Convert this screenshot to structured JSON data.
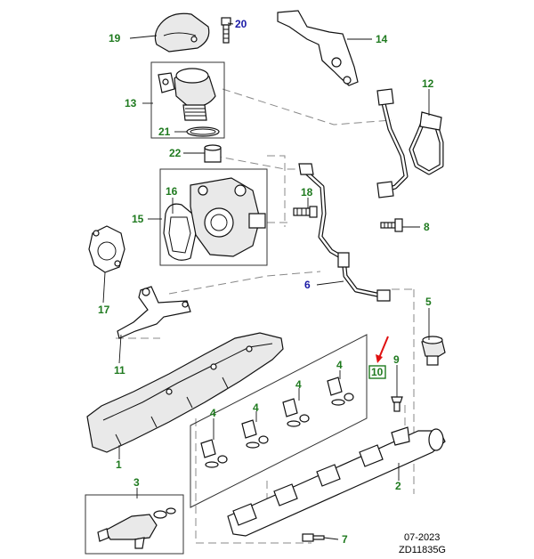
{
  "colors": {
    "callout_green": "#1f7a1f",
    "callout_blue": "#1a1aa6",
    "highlight_arrow": "#e01010",
    "line": "#111111",
    "dashed": "#888888"
  },
  "callouts": [
    {
      "id": "c1",
      "label": "1",
      "color": "green"
    },
    {
      "id": "c2",
      "label": "2",
      "color": "green"
    },
    {
      "id": "c3",
      "label": "3",
      "color": "green"
    },
    {
      "id": "c4a",
      "label": "4",
      "color": "green"
    },
    {
      "id": "c4b",
      "label": "4",
      "color": "green"
    },
    {
      "id": "c4c",
      "label": "4",
      "color": "green"
    },
    {
      "id": "c4d",
      "label": "4",
      "color": "green"
    },
    {
      "id": "c5",
      "label": "5",
      "color": "green"
    },
    {
      "id": "c6",
      "label": "6",
      "color": "blue"
    },
    {
      "id": "c7",
      "label": "7",
      "color": "green"
    },
    {
      "id": "c8",
      "label": "8",
      "color": "green"
    },
    {
      "id": "c9",
      "label": "9",
      "color": "green"
    },
    {
      "id": "c10",
      "label": "10",
      "color": "green",
      "highlighted": true
    },
    {
      "id": "c11",
      "label": "11",
      "color": "green"
    },
    {
      "id": "c12",
      "label": "12",
      "color": "green"
    },
    {
      "id": "c13",
      "label": "13",
      "color": "green"
    },
    {
      "id": "c14",
      "label": "14",
      "color": "green"
    },
    {
      "id": "c15",
      "label": "15",
      "color": "green"
    },
    {
      "id": "c16",
      "label": "16",
      "color": "green"
    },
    {
      "id": "c17",
      "label": "17",
      "color": "green"
    },
    {
      "id": "c18",
      "label": "18",
      "color": "green"
    },
    {
      "id": "c19",
      "label": "19",
      "color": "green"
    },
    {
      "id": "c20",
      "label": "20",
      "color": "blue"
    },
    {
      "id": "c21",
      "label": "21",
      "color": "green"
    },
    {
      "id": "c22",
      "label": "22",
      "color": "green"
    }
  ],
  "footer": {
    "date": "07-2023",
    "code": "ZD11835G"
  }
}
